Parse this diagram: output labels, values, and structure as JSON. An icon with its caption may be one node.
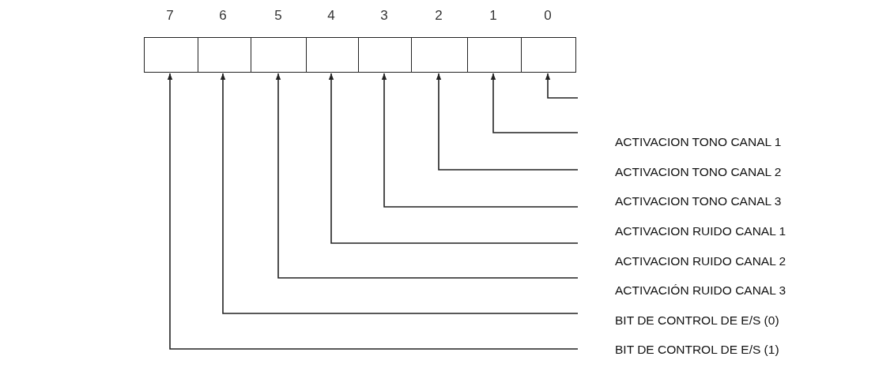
{
  "diagram": {
    "nodes": [
      {
        "text": [],
        "shape": "box",
        "beside": [
          "7"
        ]
      },
      {
        "text": [],
        "shape": "box",
        "beside": [
          "6"
        ]
      },
      {
        "text": [],
        "shape": "box",
        "beside": [
          "5"
        ]
      },
      {
        "text": [],
        "shape": "box",
        "beside": [
          "4"
        ]
      },
      {
        "text": [],
        "shape": "box",
        "beside": [
          "3"
        ]
      },
      {
        "text": [],
        "shape": "box",
        "beside": [
          "2"
        ]
      },
      {
        "text": [],
        "shape": "box",
        "beside": [
          "1"
        ]
      },
      {
        "text": [],
        "shape": "box",
        "beside": [
          "0"
        ]
      }
    ],
    "edges": [
      {
        "from": null,
        "to": 7,
        "arrow": "to"
      },
      {
        "from": null,
        "to": 6,
        "arrow": "to"
      },
      {
        "from": null,
        "to": 5,
        "arrow": "to"
      },
      {
        "from": null,
        "to": 4,
        "arrow": "to"
      },
      {
        "from": null,
        "to": 3,
        "arrow": "to"
      },
      {
        "from": null,
        "to": 2,
        "arrow": "to"
      },
      {
        "from": null,
        "to": 1,
        "arrow": "to"
      },
      {
        "from": null,
        "to": 0,
        "arrow": "to"
      }
    ],
    "labels": [
      "ACTIVACION TONO CANAL 1",
      "ACTIVACION TONO CANAL 2",
      "ACTIVACION TONO CANAL 3",
      "ACTIVACION RUIDO CANAL 1",
      "ACTIVACION RUIDO CANAL 2",
      "ACTIVACIÓN RUIDO CANAL 3",
      "BIT DE CONTROL DE E/S (0)",
      "BIT DE CONTROL DE E/S (1)"
    ]
  }
}
